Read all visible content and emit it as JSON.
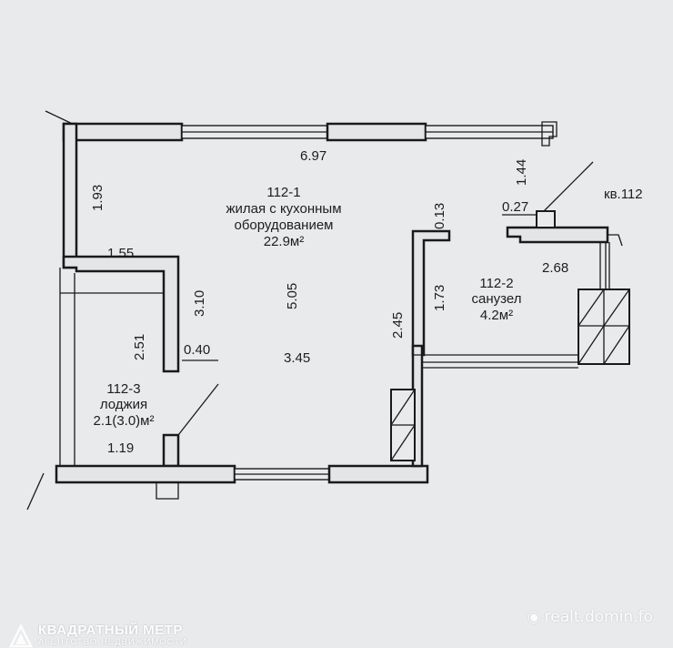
{
  "apartment_label": "кв.112",
  "rooms": {
    "living": {
      "code": "112-1",
      "name_line1": "жилая с кухонным",
      "name_line2": "оборудованием",
      "area": "22.9м²"
    },
    "bathroom": {
      "code": "112-2",
      "name": "санузел",
      "area": "4.2м²"
    },
    "loggia": {
      "code": "112-3",
      "name": "лоджия",
      "area": "2.1(3.0)м²"
    }
  },
  "dimensions": {
    "top_width": "6.97",
    "left_upper": "1.93",
    "ledge_width": "1.55",
    "column_height": "3.10",
    "room_depth": "5.05",
    "loggia_depth": "2.51",
    "column_width": "0.40",
    "room_width": "3.45",
    "loggia_width": "1.19",
    "right_upper": "1.44",
    "vent_width": "0.27",
    "partition_thickness": "0.13",
    "bath_wall_height": "1.73",
    "partition_height": "2.45",
    "bath_width": "2.68"
  },
  "watermark": {
    "brand": "КВАДРАТНЫЙ МЕТР",
    "tagline": "АГЕНТСТВО НЕДВИЖИМОСТИ",
    "site": "realt.domin.fo"
  }
}
